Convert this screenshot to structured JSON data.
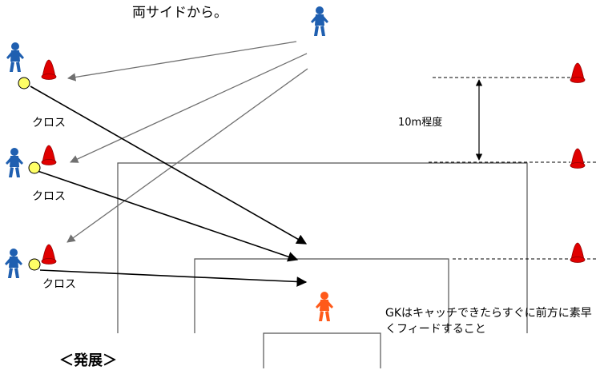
{
  "instruction_top": "両サイドから。",
  "measure_label": "10m程度",
  "cross_labels": [
    "クロス",
    "クロス",
    "クロス"
  ],
  "gk_note": "GKはキャッチできたらすぐに前方に素早くフィードすること",
  "section_heading": "＜発展＞",
  "colors": {
    "player_blue": "#1f5fb0",
    "goalkeeper_orange": "#ff5a1a",
    "cone_red": "#e00000",
    "ball_yellow": "#ffff66",
    "pass_arrow_gray": "#707070",
    "shot_arrow_black": "#000000",
    "field_line": "#555555"
  },
  "icons": [
    "player-icon",
    "goalkeeper-icon",
    "cone-icon",
    "ball-icon"
  ]
}
